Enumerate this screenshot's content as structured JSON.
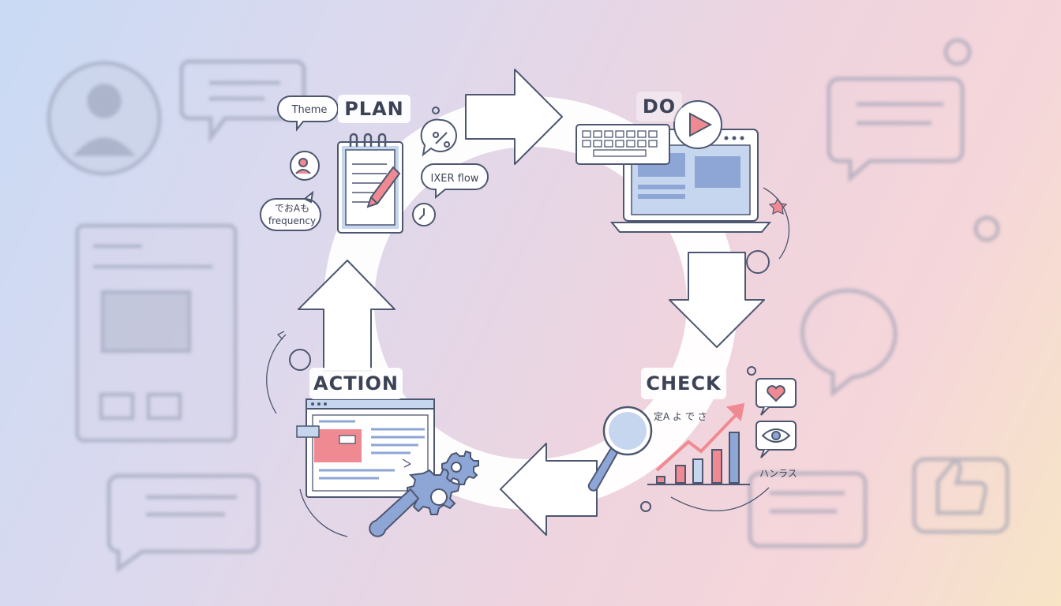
{
  "stages": {
    "plan": "PLAN",
    "do": "DO",
    "check": "CHECK",
    "action": "ACTION"
  },
  "plan_notes": {
    "theme": "Theme",
    "user_flow": "IXER flow",
    "frequency_line1": "でおAも",
    "frequency_line2": "frequency"
  },
  "check_notes": {
    "top": "定A よ で さ",
    "bottom": "ハンラス"
  },
  "colors": {
    "outline": "#4d5770",
    "accent_red": "#f08a92",
    "accent_blue": "#8ea6d6",
    "screen_blue": "#c7d6ef",
    "ring": "#ffffff"
  }
}
